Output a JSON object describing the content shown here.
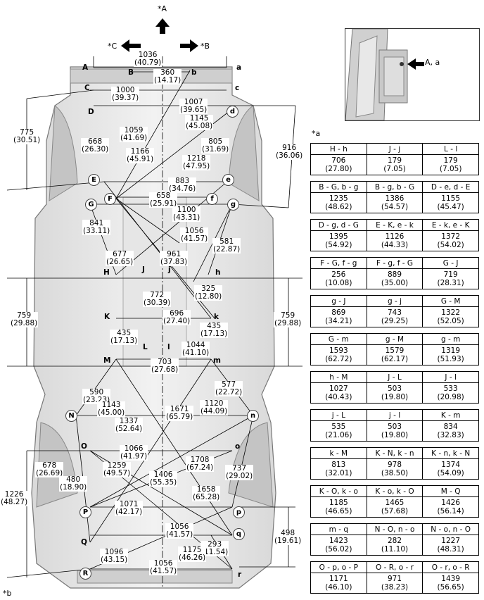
{
  "views": {
    "a": "*A",
    "b": "*B",
    "c": "*C",
    "sub_a": "*a",
    "sub_b": "*b",
    "inset_label": "A, a"
  },
  "points": {
    "A": "A",
    "a": "a",
    "B": "B",
    "b": "b",
    "C": "C",
    "c": "c",
    "D": "D",
    "d": "d",
    "E": "E",
    "e": "e",
    "F": "F",
    "f": "f",
    "G": "G",
    "g": "g",
    "H": "H",
    "h": "h",
    "J": "J",
    "j": "j",
    "K": "K",
    "k": "k",
    "L": "L",
    "l": "l",
    "M": "M",
    "m": "m",
    "N": "N",
    "n": "n",
    "O": "O",
    "o": "o",
    "P": "P",
    "p": "p",
    "Q": "Q",
    "q": "q",
    "R": "R",
    "r": "r"
  },
  "dimensions": [
    {
      "mm": "1036",
      "inch": "(40.79)"
    },
    {
      "mm": "360",
      "inch": "(14.17)"
    },
    {
      "mm": "1000",
      "inch": "(39.37)"
    },
    {
      "mm": "1007",
      "inch": "(39.65)"
    },
    {
      "mm": "775",
      "inch": "(30.51)"
    },
    {
      "mm": "916",
      "inch": "(36.06)"
    },
    {
      "mm": "1145",
      "inch": "(45.08)"
    },
    {
      "mm": "1059",
      "inch": "(41.69)"
    },
    {
      "mm": "668",
      "inch": "(26.30)"
    },
    {
      "mm": "805",
      "inch": "(31.69)"
    },
    {
      "mm": "1166",
      "inch": "(45.91)"
    },
    {
      "mm": "1218",
      "inch": "(47.95)"
    },
    {
      "mm": "883",
      "inch": "(34.76)"
    },
    {
      "mm": "658",
      "inch": "(25.91)"
    },
    {
      "mm": "1100",
      "inch": "(43.31)"
    },
    {
      "mm": "841",
      "inch": "(33.11)"
    },
    {
      "mm": "1056",
      "inch": "(41.57)"
    },
    {
      "mm": "581",
      "inch": "(22.87)"
    },
    {
      "mm": "677",
      "inch": "(26.65)"
    },
    {
      "mm": "961",
      "inch": "(37.83)"
    },
    {
      "mm": "325",
      "inch": "(12.80)"
    },
    {
      "mm": "772",
      "inch": "(30.39)"
    },
    {
      "mm": "759",
      "inch": "(29.88)"
    },
    {
      "mm": "759",
      "inch": "(29.88)"
    },
    {
      "mm": "696",
      "inch": "(27.40)"
    },
    {
      "mm": "435",
      "inch": "(17.13)"
    },
    {
      "mm": "435",
      "inch": "(17.13)"
    },
    {
      "mm": "1044",
      "inch": "(41.10)"
    },
    {
      "mm": "703",
      "inch": "(27.68)"
    },
    {
      "mm": "577",
      "inch": "(22.72)"
    },
    {
      "mm": "590",
      "inch": "(23.23)"
    },
    {
      "mm": "1120",
      "inch": "(44.09)"
    },
    {
      "mm": "1143",
      "inch": "(45.00)"
    },
    {
      "mm": "1671",
      "inch": "(65.79)"
    },
    {
      "mm": "1337",
      "inch": "(52.64)"
    },
    {
      "mm": "1066",
      "inch": "(41.97)"
    },
    {
      "mm": "1708",
      "inch": "(67.24)"
    },
    {
      "mm": "1259",
      "inch": "(49.57)"
    },
    {
      "mm": "737",
      "inch": "(29.02)"
    },
    {
      "mm": "678",
      "inch": "(26.69)"
    },
    {
      "mm": "1406",
      "inch": "(55.35)"
    },
    {
      "mm": "480",
      "inch": "(18.90)"
    },
    {
      "mm": "1658",
      "inch": "(65.28)"
    },
    {
      "mm": "1226",
      "inch": "(48.27)"
    },
    {
      "mm": "1071",
      "inch": "(42.17)"
    },
    {
      "mm": "498",
      "inch": "(19.61)"
    },
    {
      "mm": "1056",
      "inch": "(41.57)"
    },
    {
      "mm": "293",
      "inch": "(11.54)"
    },
    {
      "mm": "1096",
      "inch": "(43.15)"
    },
    {
      "mm": "1175",
      "inch": "(46.26)"
    },
    {
      "mm": "1056",
      "inch": "(41.57)"
    }
  ],
  "tables": [
    {
      "h": [
        "H - h",
        "J - j",
        "L - l"
      ],
      "v": [
        [
          "706",
          "(27.80)"
        ],
        [
          "179",
          "(7.05)"
        ],
        [
          "179",
          "(7.05)"
        ]
      ]
    },
    {
      "h": [
        "B - G, b - g",
        "B - g, b - G",
        "D - e, d - E"
      ],
      "v": [
        [
          "1235",
          "(48.62)"
        ],
        [
          "1386",
          "(54.57)"
        ],
        [
          "1155",
          "(45.47)"
        ]
      ]
    },
    {
      "h": [
        "D - g, d - G",
        "E - K, e - k",
        "E - k, e - K"
      ],
      "v": [
        [
          "1395",
          "(54.92)"
        ],
        [
          "1126",
          "(44.33)"
        ],
        [
          "1372",
          "(54.02)"
        ]
      ]
    },
    {
      "h": [
        "F - G, f - g",
        "F - g, f - G",
        "G - J"
      ],
      "v": [
        [
          "256",
          "(10.08)"
        ],
        [
          "889",
          "(35.00)"
        ],
        [
          "719",
          "(28.31)"
        ]
      ]
    },
    {
      "h": [
        "g - J",
        "g - j",
        "G - M"
      ],
      "v": [
        [
          "869",
          "(34.21)"
        ],
        [
          "743",
          "(29.25)"
        ],
        [
          "1322",
          "(52.05)"
        ]
      ]
    },
    {
      "h": [
        "G - m",
        "g - M",
        "g - m"
      ],
      "v": [
        [
          "1593",
          "(62.72)"
        ],
        [
          "1579",
          "(62.17)"
        ],
        [
          "1319",
          "(51.93)"
        ]
      ]
    },
    {
      "h": [
        "h - M",
        "J - L",
        "J - l"
      ],
      "v": [
        [
          "1027",
          "(40.43)"
        ],
        [
          "503",
          "(19.80)"
        ],
        [
          "533",
          "(20.98)"
        ]
      ]
    },
    {
      "h": [
        "j - L",
        "j - l",
        "K - m"
      ],
      "v": [
        [
          "535",
          "(21.06)"
        ],
        [
          "503",
          "(19.80)"
        ],
        [
          "834",
          "(32.83)"
        ]
      ]
    },
    {
      "h": [
        "k - M",
        "K - N, k - n",
        "K - n, k - N"
      ],
      "v": [
        [
          "813",
          "(32.01)"
        ],
        [
          "978",
          "(38.50)"
        ],
        [
          "1374",
          "(54.09)"
        ]
      ]
    },
    {
      "h": [
        "K - O, k - o",
        "K - o, k - O",
        "M - Q"
      ],
      "v": [
        [
          "1185",
          "(46.65)"
        ],
        [
          "1465",
          "(57.68)"
        ],
        [
          "1426",
          "(56.14)"
        ]
      ]
    },
    {
      "h": [
        "m - q",
        "N - O, n - o",
        "N - o, n - O"
      ],
      "v": [
        [
          "1423",
          "(56.02)"
        ],
        [
          "282",
          "(11.10)"
        ],
        [
          "1227",
          "(48.31)"
        ]
      ]
    },
    {
      "h": [
        "O - p, o - P",
        "O - R, o - r",
        "O - r, o - R"
      ],
      "v": [
        [
          "1171",
          "(46.10)"
        ],
        [
          "971",
          "(38.23)"
        ],
        [
          "1439",
          "(56.65)"
        ]
      ]
    }
  ]
}
